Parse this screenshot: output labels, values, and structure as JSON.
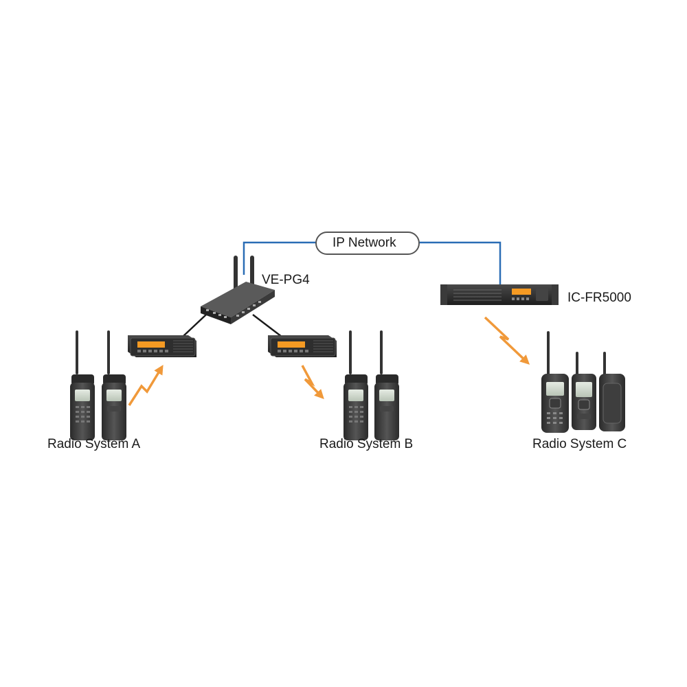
{
  "labels": {
    "ip_network": "IP Network",
    "gateway": "VE-PG4",
    "repeater": "IC-FR5000",
    "system_a": "Radio System A",
    "system_b": "Radio System B",
    "system_c": "Radio System C"
  },
  "colors": {
    "network_link": "#2a6db5",
    "radio_signal": "#f0993a",
    "device_body": "#2b2b2b",
    "display": "#f59a23",
    "cable": "#1a1a1a"
  },
  "icons": {
    "gateway": "router-icon",
    "mobile_radio": "mobile-radio-icon",
    "repeater": "rack-repeater-icon",
    "handheld": "handheld-radio-icon",
    "signal": "lightning-arrow-icon"
  }
}
